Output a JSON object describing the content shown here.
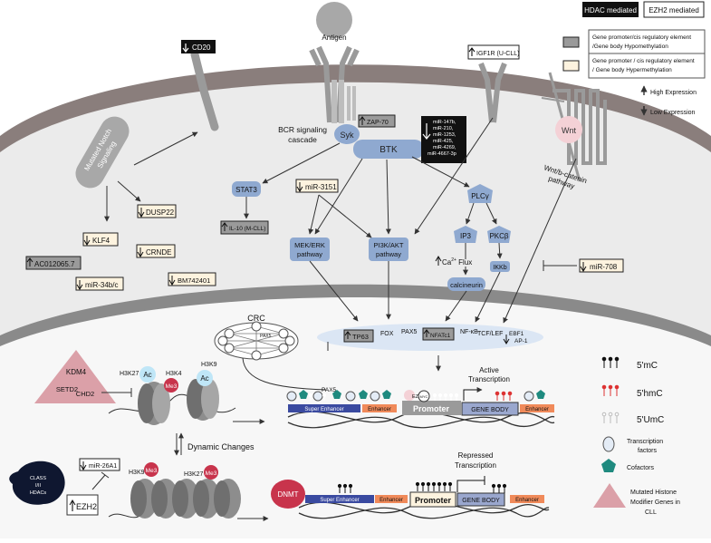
{
  "legend": {
    "hdac": "HDAC mediated",
    "ezh2": "EZH2 mediated",
    "hypo": [
      "Gene promoter/cis regulatory element",
      "/Gene body Hypomethylation"
    ],
    "hyper": [
      "Gene promoter / cis regulatory element",
      "/ Gene body Hypermethylation"
    ],
    "high": "High Expression",
    "low": "Low Expression",
    "mark_5mc": "5'mC",
    "mark_5hmc": "5'hmC",
    "mark_5umc": "5'UmC",
    "tf": [
      "Transcription",
      "factors"
    ],
    "cofactors": "Cofactors",
    "mutated": [
      "Mutated Histone",
      "Modifier Genes in",
      "CLL"
    ]
  },
  "membrane": {
    "antigen": "Antigen",
    "cd20": "CD20",
    "igf1r": "IGF1R (U-CLL)",
    "zap70": "ZAP-70",
    "syk": "Syk",
    "btk": "BTK",
    "bcr": [
      "BCR signaling",
      "cascade"
    ],
    "mirs": [
      "miR-147b,",
      "miR-210,",
      "miR-1253,",
      "miR-425,",
      "miR-4269,",
      "miR-4667-3p"
    ],
    "wnt": "Wnt",
    "wnt_path": [
      "Wnt/b-catenin",
      "pathway"
    ]
  },
  "cytoplasm": {
    "notch": [
      "Mutated Notch",
      "Signaling"
    ],
    "dusp22": "DUSP22",
    "klf4": "KLF4",
    "crnde": "CRNDE",
    "ac012065": "AC012065.7",
    "bm742401": "BM742401",
    "mir34": "miR-34b/c",
    "stat3": "STAT3",
    "il10": "IL-10 (M-CLL)",
    "mir3151": "miR-3151",
    "mek": [
      "MEK/ERK",
      "pathway"
    ],
    "pi3k": [
      "PI3K/AKT",
      "pathway"
    ],
    "plcy": "PLCγ",
    "ip3": "IP3",
    "pkcb": "PKCβ",
    "ca": [
      "Ca",
      "2+",
      " Flux"
    ],
    "ikkb": "IKKb",
    "calcineurin": "calcineurin",
    "mir708": "miR-708"
  },
  "nucleus": {
    "crc": "CRC",
    "pax5_small": "PAX5",
    "tf_row": {
      "tp63": "TP63",
      "fox": "FOX",
      "pax5": "PAX5",
      "nfatc1": "NFATc1",
      "nfkb": "NF-κB",
      "tcf": "TCF/LEF",
      "ebf1": "EBF1",
      "ap1": "AP-1"
    },
    "kdm4": "KDM4",
    "setd2": "SETD2",
    "chd2": "CHD2",
    "h3k27": "H3K27",
    "h3k4": "H3K4",
    "h3k9": "H3K9",
    "ac": "Ac",
    "me3": "Me3",
    "dynamic": "Dynamic Changes",
    "active_tx": [
      "Active",
      "Transcription"
    ],
    "repressed_tx": [
      "Repressed",
      "Transcription"
    ],
    "pax5_dna": "PAX5",
    "ezh2_small": "EZH2",
    "myc": "MYC",
    "super_enhancer": "Super Enhancer",
    "enhancer": "Enhancer",
    "promoter": "Promoter",
    "gene_body": "GENE BODY",
    "dnmt": "DNMT",
    "mir26a1": "miR-26A1",
    "ezh2": "EZH2",
    "hdac": [
      "CLASS",
      "I/II",
      "HDACs"
    ],
    "h3k9_low": "H3K9",
    "h3k27_low": "H3K27"
  }
}
